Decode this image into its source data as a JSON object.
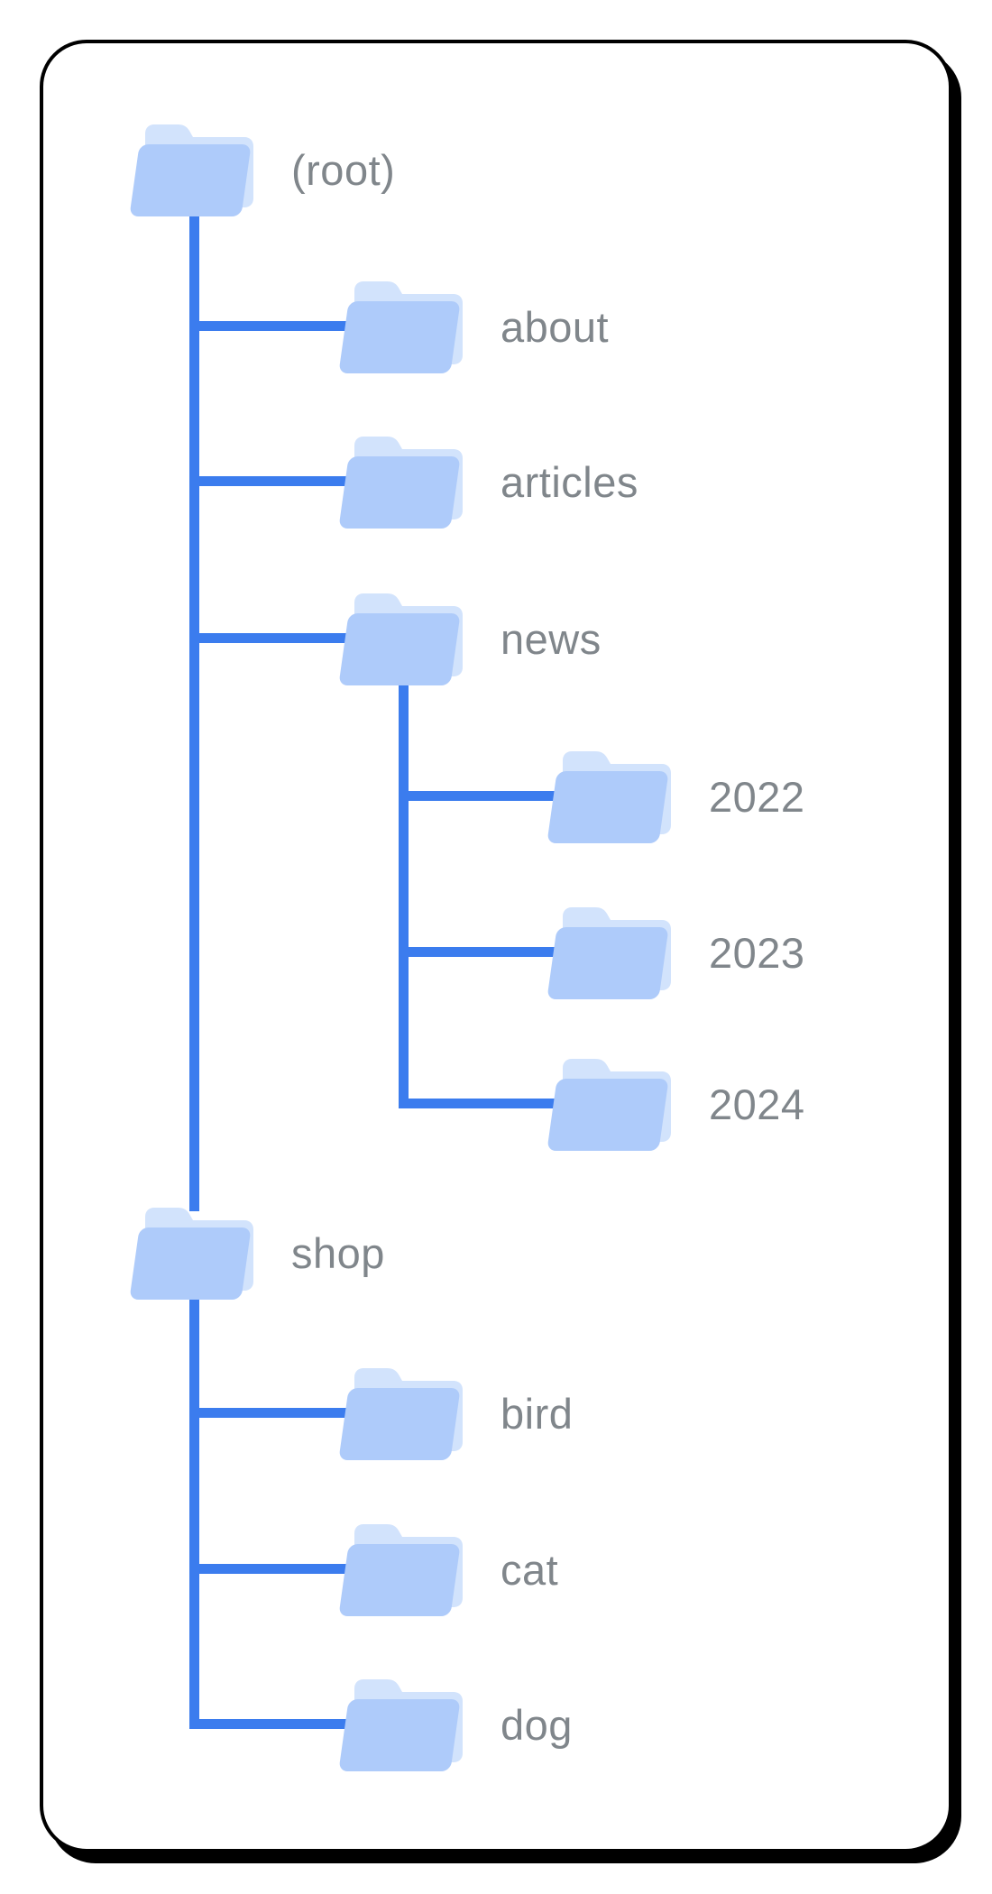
{
  "diagram": {
    "type": "site-structure-folder-tree",
    "colors": {
      "connector": "#3b7cee",
      "folder_front": "#aecbfa",
      "folder_back": "#d2e3fc",
      "label_text": "#80868b",
      "card_border": "#000000",
      "card_background": "#ffffff"
    },
    "tree": {
      "nodes": [
        {
          "id": "root",
          "label": "(root)",
          "depth": 0,
          "parent": null,
          "icon": "folder-icon"
        },
        {
          "id": "about",
          "label": "about",
          "depth": 1,
          "parent": "root",
          "icon": "folder-icon"
        },
        {
          "id": "articles",
          "label": "articles",
          "depth": 1,
          "parent": "root",
          "icon": "folder-icon"
        },
        {
          "id": "news",
          "label": "news",
          "depth": 1,
          "parent": "root",
          "icon": "folder-icon"
        },
        {
          "id": "2022",
          "label": "2022",
          "depth": 2,
          "parent": "news",
          "icon": "folder-icon"
        },
        {
          "id": "2023",
          "label": "2023",
          "depth": 2,
          "parent": "news",
          "icon": "folder-icon"
        },
        {
          "id": "2024",
          "label": "2024",
          "depth": 2,
          "parent": "news",
          "icon": "folder-icon"
        },
        {
          "id": "shop",
          "label": "shop",
          "depth": 1,
          "parent": "root",
          "icon": "folder-icon"
        },
        {
          "id": "bird",
          "label": "bird",
          "depth": 2,
          "parent": "shop",
          "icon": "folder-icon"
        },
        {
          "id": "cat",
          "label": "cat",
          "depth": 2,
          "parent": "shop",
          "icon": "folder-icon"
        },
        {
          "id": "dog",
          "label": "dog",
          "depth": 2,
          "parent": "shop",
          "icon": "folder-icon"
        }
      ]
    }
  }
}
